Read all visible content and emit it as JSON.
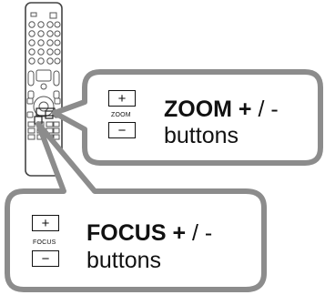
{
  "zoom": {
    "plus_symbol": "+",
    "label": "ZOOM",
    "minus_symbol": "−",
    "title_bold": "ZOOM +",
    "title_rest": " / -",
    "subtitle": "buttons"
  },
  "focus": {
    "plus_symbol": "+",
    "label": "FOCUS",
    "minus_symbol": "−",
    "title_bold": "FOCUS +",
    "title_rest": " / -",
    "subtitle": "buttons"
  },
  "icons": {
    "remote": "remote-control-icon"
  }
}
